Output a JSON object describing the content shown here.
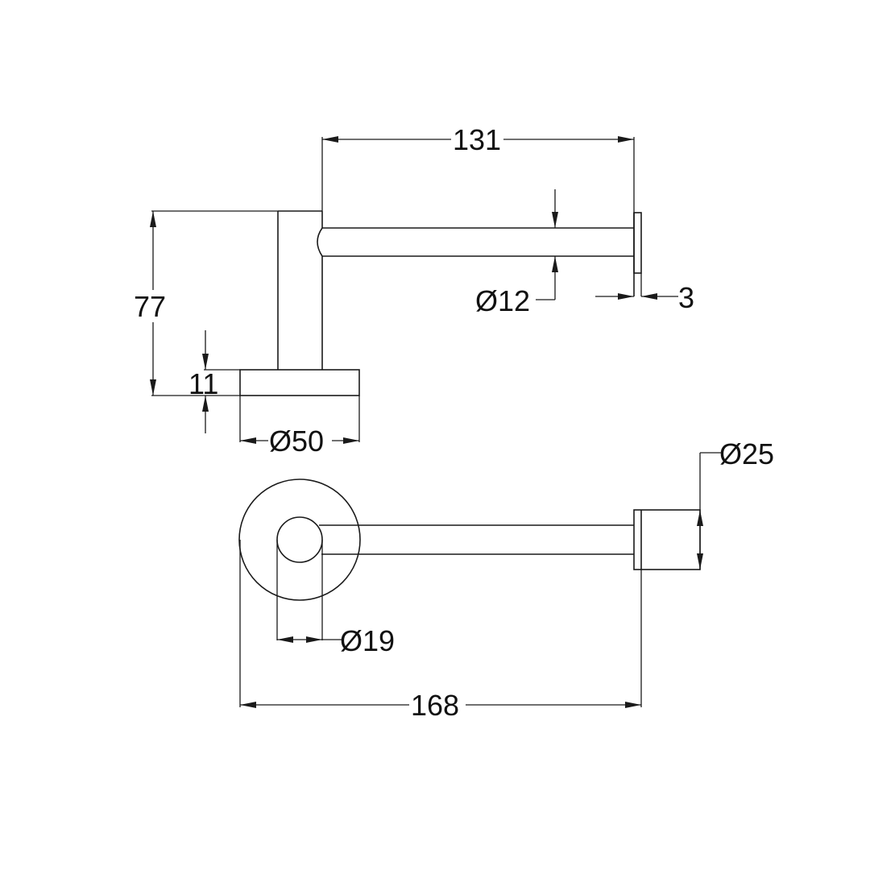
{
  "drawing": {
    "title": "Toilet roll holder technical drawing",
    "line_color": "#1a1a1a",
    "background": "#ffffff",
    "units": "mm",
    "side_view": {
      "dimensions": {
        "arm_length": "131",
        "height": "77",
        "base_thickness": "11",
        "base_diameter": "Ø50",
        "arm_diameter": "Ø12",
        "end_cap_thickness": "3"
      }
    },
    "top_view": {
      "dimensions": {
        "post_diameter": "Ø19",
        "end_cap_diameter": "Ø25",
        "overall_length": "168"
      }
    }
  }
}
